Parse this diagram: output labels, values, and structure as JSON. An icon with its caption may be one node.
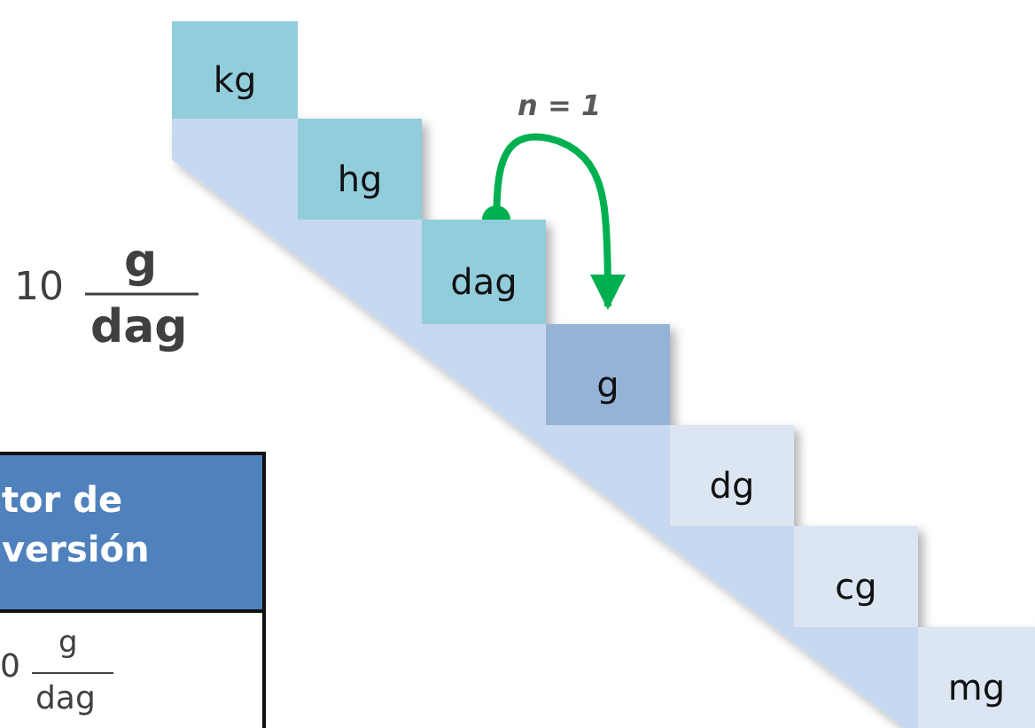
{
  "diagram": {
    "nodes": [
      {
        "text": [
          "kg"
        ]
      },
      {
        "text": [
          "hg"
        ]
      },
      {
        "text": [
          "dag"
        ]
      },
      {
        "text": [
          "g"
        ]
      },
      {
        "text": [
          "dg"
        ]
      },
      {
        "text": [
          "cg"
        ]
      },
      {
        "text": [
          "mg"
        ]
      }
    ],
    "edges": [
      {
        "from": 2,
        "to": 3,
        "arrow": "to",
        "label": "*n* = *1*",
        "color": "#00b050"
      }
    ],
    "labels": [
      "10",
      "g",
      "dag",
      "tor de versión",
      "0",
      "g",
      "dag"
    ]
  }
}
